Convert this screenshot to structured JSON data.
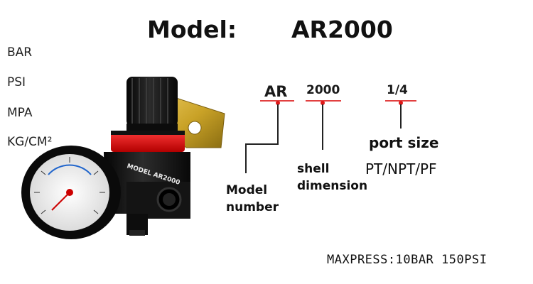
{
  "title": {
    "prefix": "Model:",
    "model": "AR2000"
  },
  "units": [
    "BAR",
    "PSI",
    "MPA",
    "KG/CM²"
  ],
  "code_parts": {
    "series": "AR",
    "size": "2000",
    "port": "1/4"
  },
  "labels": {
    "port_size": "port size",
    "port_types": "PT/NPT/PF",
    "shell_line1": "shell",
    "shell_line2": "dimension",
    "model_line1": "Model",
    "model_line2": "number"
  },
  "product_text": {
    "body_label": "MODEL AR2000"
  },
  "footer": {
    "max_pressure": "MAXPRESS:10BAR 150PSI"
  },
  "colors": {
    "accent_red": "#e01818",
    "underline": "#e24040",
    "bracket_gold": "#c9a227",
    "body_black": "#151515"
  }
}
